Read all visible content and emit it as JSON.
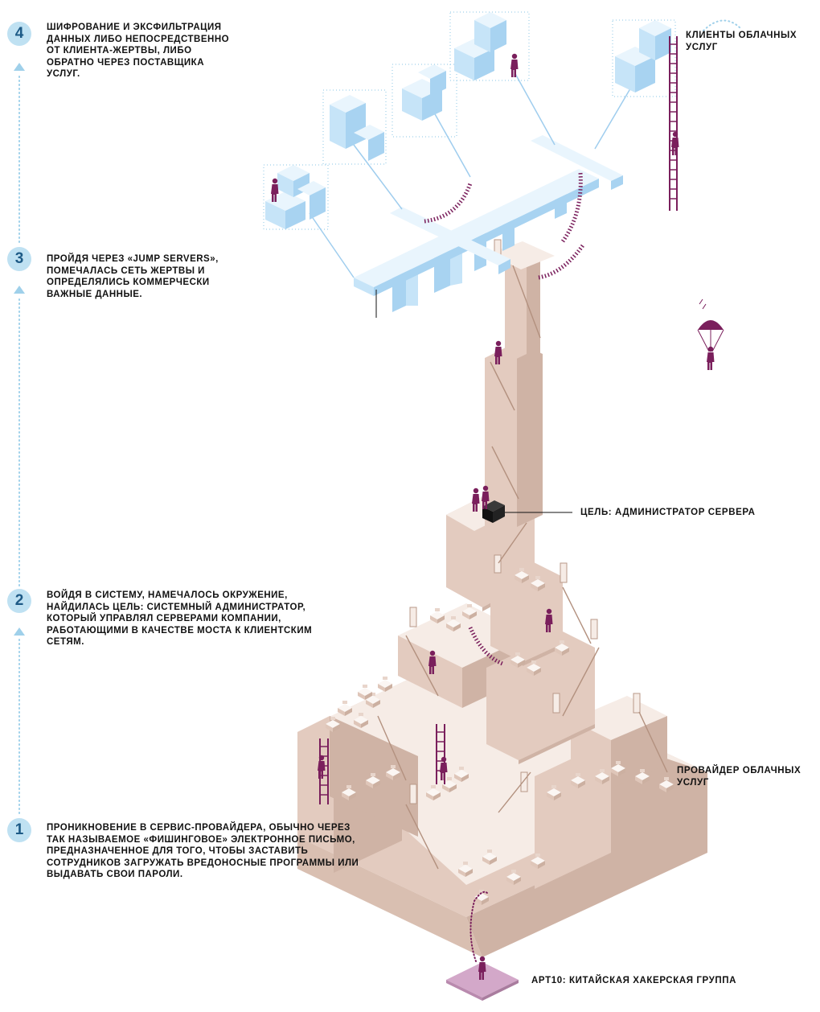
{
  "steps": [
    {
      "number": "4",
      "text": "Шифрование и эксфильтрация данных либо непосредственно от клиента-жертвы, либо обратно через поставщика услуг."
    },
    {
      "number": "3",
      "text": "Пройдя через «Jump servers», помечалась сеть жертвы и определялись коммерчески важные данные."
    },
    {
      "number": "2",
      "text": "Войдя в систему, намечалось окружение, найдилась цель: системный администратор, который управлял серверами компании, работающими в качестве моста к клиентским сетям."
    },
    {
      "number": "1",
      "text": "Проникновение в сервис-провайдера, обычно через так называемое «фишинговое» электронное письмо, предназначенное для того, чтобы заставить сотрудников загружать вредоносные программы или выдавать свои пароли."
    }
  ],
  "labels": {
    "cloud_clients": "Клиенты облачных услуг",
    "target": "Цель: администратор сервера",
    "provider": "Провайдер облачных услуг",
    "attacker": "APT10: китайская хакерская группа"
  },
  "colors": {
    "badge_fill": "#bfe1f2",
    "badge_text": "#1d5a86",
    "timeline_dots": "#9fd0ea",
    "building_top": "#f6ece6",
    "building_left": "#e3cbbf",
    "building_right": "#cfb3a5",
    "cloud_top": "#e9f5fd",
    "cloud_left": "#c6e4f8",
    "cloud_right": "#a8d3f1",
    "figure": "#7a1f5c",
    "ladder": "#7a1f5c",
    "attacker_pad": "#d3a8c9",
    "server_box": "#1a1a1a"
  },
  "icons": {
    "figure": "person-icon",
    "parachute": "parachute-icon",
    "server": "server-box-icon",
    "ladder": "ladder-icon",
    "door": "door-icon",
    "desk": "desk-icon"
  }
}
